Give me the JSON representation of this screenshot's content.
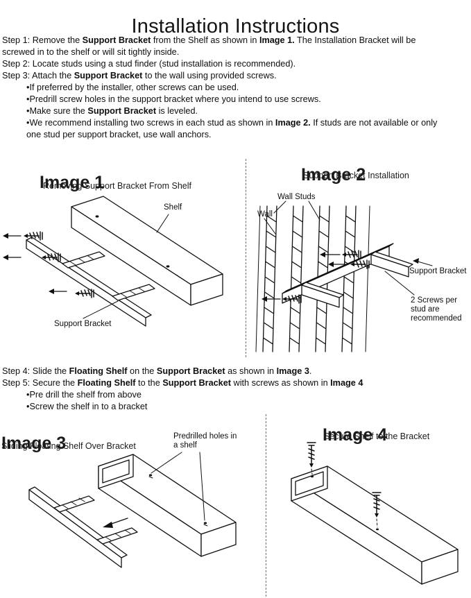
{
  "page": {
    "title": "Installation Instructions"
  },
  "instructions_top": [
    {
      "indent": false,
      "segments": [
        {
          "text": "Step 1: Remove the ",
          "bold": false
        },
        {
          "text": "Support Bracket",
          "bold": true
        },
        {
          "text": " from the Shelf as shown in ",
          "bold": false
        },
        {
          "text": "Image 1.",
          "bold": true
        },
        {
          "text": " The Installation Bracket will be screwed in to the shelf or will sit tightly inside.",
          "bold": false
        }
      ]
    },
    {
      "indent": false,
      "segments": [
        {
          "text": "Step 2: Locate studs using a stud finder (stud installation is recommended).",
          "bold": false
        }
      ]
    },
    {
      "indent": false,
      "segments": [
        {
          "text": "Step 3: Attach the ",
          "bold": false
        },
        {
          "text": "Support Bracket",
          "bold": true
        },
        {
          "text": " to the wall using provided screws.",
          "bold": false
        }
      ]
    },
    {
      "indent": true,
      "segments": [
        {
          "text": "•If preferred by the installer, other screws can be used.",
          "bold": false
        }
      ]
    },
    {
      "indent": true,
      "segments": [
        {
          "text": "•Predrill screw holes in the support bracket where you intend to use screws.",
          "bold": false
        }
      ]
    },
    {
      "indent": true,
      "segments": [
        {
          "text": "•Make sure the ",
          "bold": false
        },
        {
          "text": "Support Bracket",
          "bold": true
        },
        {
          "text": " is leveled.",
          "bold": false
        }
      ]
    },
    {
      "indent": true,
      "segments": [
        {
          "text": "•We recommend installing two screws in each stud as shown in ",
          "bold": false
        },
        {
          "text": "Image 2.",
          "bold": true
        },
        {
          "text": " If studs are not available or only one stud per support bracket, use wall anchors.",
          "bold": false
        }
      ]
    }
  ],
  "instructions_bottom": [
    {
      "indent": false,
      "segments": [
        {
          "text": "Step 4: Slide the ",
          "bold": false
        },
        {
          "text": "Floating Shelf",
          "bold": true
        },
        {
          "text": " on the ",
          "bold": false
        },
        {
          "text": "Support Bracket",
          "bold": true
        },
        {
          "text": " as shown in ",
          "bold": false
        },
        {
          "text": "Image 3",
          "bold": true
        },
        {
          "text": ".",
          "bold": false
        }
      ]
    },
    {
      "indent": false,
      "segments": [
        {
          "text": "Step 5: Secure the ",
          "bold": false
        },
        {
          "text": "Floating Shelf",
          "bold": true
        },
        {
          "text": " to the ",
          "bold": false
        },
        {
          "text": "Support Bracket",
          "bold": true
        },
        {
          "text": " with screws as shown in ",
          "bold": false
        },
        {
          "text": "Image 4",
          "bold": true
        }
      ]
    },
    {
      "indent": true,
      "segments": [
        {
          "text": "•Pre drill the shelf from above",
          "bold": false
        }
      ]
    },
    {
      "indent": true,
      "segments": [
        {
          "text": "•Screw the shelf in to a bracket",
          "bold": false
        }
      ]
    }
  ],
  "figures": {
    "image1": {
      "heading": "Image 1",
      "subtitle": "Removing Support Bracket From Shelf",
      "labels": {
        "shelf": "Shelf",
        "support_bracket": "Support Bracket"
      }
    },
    "image2": {
      "heading": "Image 2",
      "subtitle": "Support Bracket Installation",
      "labels": {
        "wall_studs": "Wall Studs",
        "wall": "Wall",
        "support_bracket": "Support Bracket",
        "screws_note": "2 Screws per stud are recommended"
      }
    },
    "image3": {
      "heading": "Image 3",
      "subtitle": "Sliding Floating Shelf Over Bracket",
      "labels": {
        "predrilled_holes": "Predrilled holes in a shelf"
      }
    },
    "image4": {
      "heading": "Image 4",
      "subtitle": "Secure Shelf to the Bracket"
    }
  }
}
